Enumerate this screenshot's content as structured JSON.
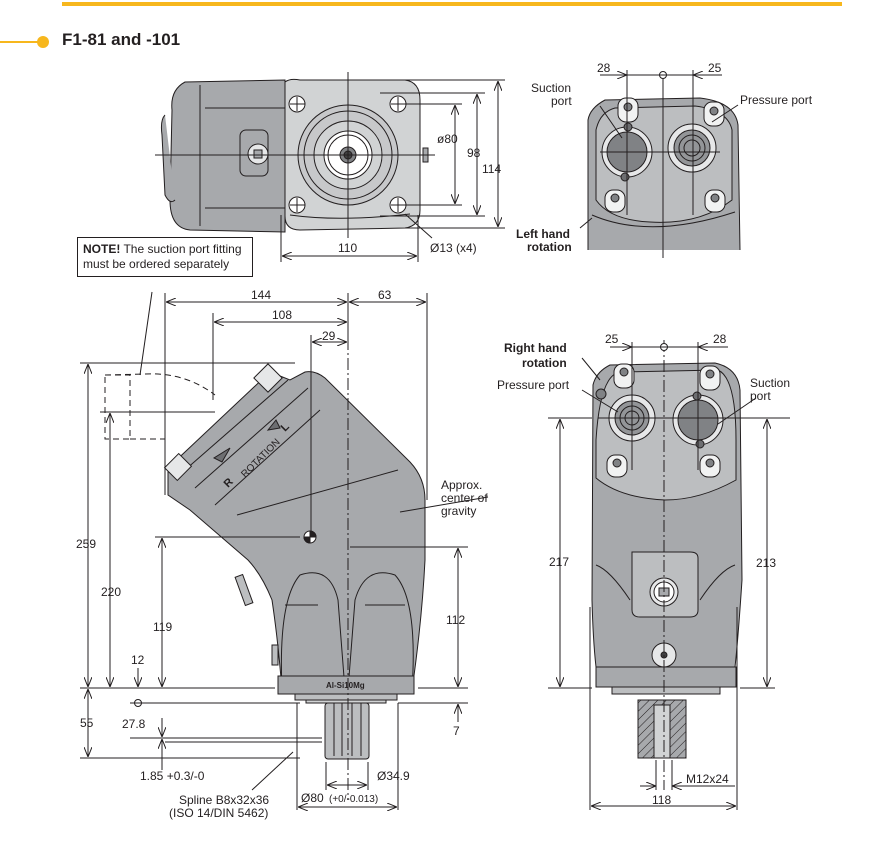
{
  "header": {
    "title": "F1-81 and -101",
    "accent_color": "#f7b71d"
  },
  "note": {
    "bold": "NOTE!",
    "line1": " The suction port fitting",
    "line2": "must be ordered separately"
  },
  "front_view": {
    "dim_pilot_diameter": "ø80",
    "dim_98": "98",
    "dim_114": "114",
    "dim_110": "110",
    "dim_bolt_holes": "Ø13 (x4)"
  },
  "left_hand_view": {
    "dim_left": "28",
    "dim_right": "25",
    "suction_label_1": "Suction",
    "suction_label_2": "port",
    "pressure_label": "Pressure port",
    "rotation_label_1": "Left hand",
    "rotation_label_2": "rotation"
  },
  "side_view": {
    "dim_144": "144",
    "dim_63": "63",
    "dim_108": "108",
    "dim_29": "29",
    "dim_259": "259",
    "dim_220": "220",
    "dim_119": "119",
    "dim_112": "112",
    "dim_12": "12",
    "dim_55": "55",
    "dim_27_8": "27.8",
    "dim_7": "7",
    "dim_tolerance": "1.85 +0.3/-0",
    "dim_shaft": "Ø34.9",
    "dim_pilot": "Ø80",
    "dim_pilot_tol": "(+0/-0.013)",
    "spline_1": "Spline B8x32x36",
    "spline_2": "(ISO 14/DIN 5462)",
    "cog_1": "Approx.",
    "cog_2": "center of",
    "cog_3": "gravity",
    "material": "Al-Si10Mg",
    "rotation_text": "ROTATION",
    "rotation_r": "R",
    "rotation_l": "L"
  },
  "right_hand_view": {
    "dim_left": "25",
    "dim_right": "28",
    "rotation_label_1": "Right hand",
    "rotation_label_2": "rotation",
    "pressure_label": "Pressure port",
    "suction_label_1": "Suction",
    "suction_label_2": "port",
    "dim_217": "217",
    "dim_213": "213",
    "dim_thread": "M12x24",
    "dim_118": "118"
  }
}
